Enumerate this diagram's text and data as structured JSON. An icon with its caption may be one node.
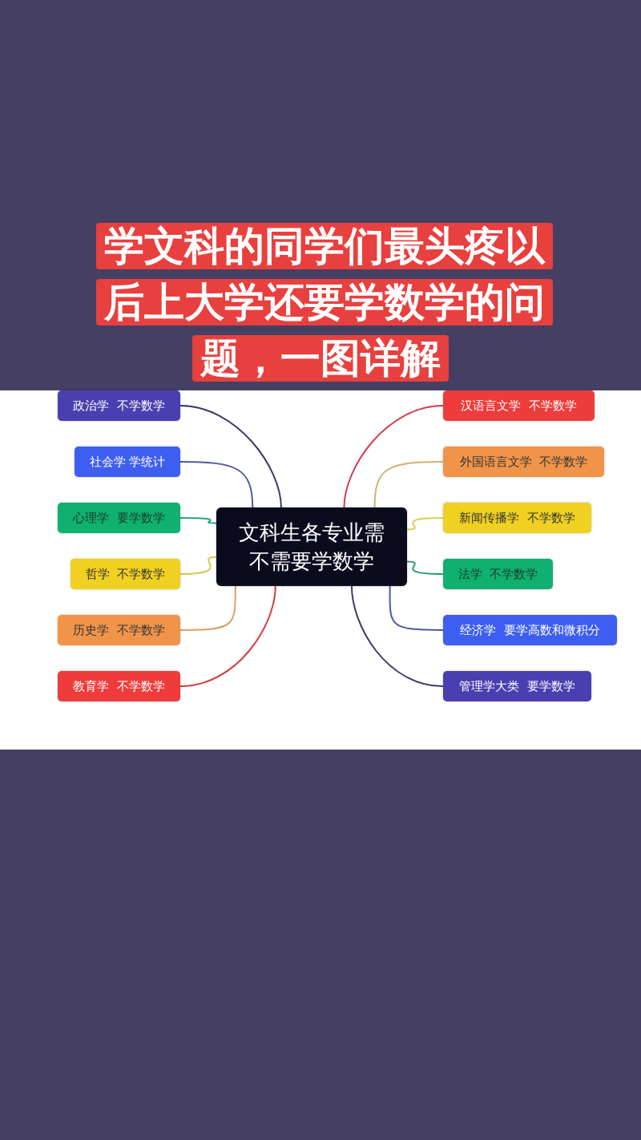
{
  "diagram": {
    "title": "学文科的同学们最头疼以后上大学还要学数学的问题，一图详解",
    "nodes": [
      {
        "text": [
          "文科生各专业需不需要学数学"
        ]
      },
      {
        "text": [
          "政治学  不学数学"
        ]
      },
      {
        "text": [
          "社会学 学统计"
        ]
      },
      {
        "text": [
          "心理学  要学数学"
        ]
      },
      {
        "text": [
          "哲学  不学数学"
        ]
      },
      {
        "text": [
          "历史学  不学数学"
        ]
      },
      {
        "text": [
          "教育学  不学数学"
        ]
      },
      {
        "text": [
          "汉语言文学  不学数学"
        ]
      },
      {
        "text": [
          "外国语言文学  不学数学"
        ]
      },
      {
        "text": [
          "新闻传播学  不学数学"
        ]
      },
      {
        "text": [
          "法学  不学数学"
        ]
      },
      {
        "text": [
          "经济学  要学高数和微积分"
        ]
      },
      {
        "text": [
          "管理学大类  要学数学"
        ]
      }
    ],
    "edges": [
      {
        "from": 0,
        "to": 1,
        "arrow": "none",
        "color": "#3a3a6a"
      },
      {
        "from": 0,
        "to": 2,
        "arrow": "none",
        "color": "#4a5a9a"
      },
      {
        "from": 0,
        "to": 3,
        "arrow": "none",
        "color": "#2aa080"
      },
      {
        "from": 0,
        "to": 4,
        "arrow": "none",
        "color": "#d8c850"
      },
      {
        "from": 0,
        "to": 5,
        "arrow": "none",
        "color": "#d8a060"
      },
      {
        "from": 0,
        "to": 6,
        "arrow": "none",
        "color": "#d04040"
      },
      {
        "from": 0,
        "to": 7,
        "arrow": "none",
        "color": "#d04050"
      },
      {
        "from": 0,
        "to": 8,
        "arrow": "none",
        "color": "#d0b070"
      },
      {
        "from": 0,
        "to": 9,
        "arrow": "none",
        "color": "#d8d050"
      },
      {
        "from": 0,
        "to": 10,
        "arrow": "none",
        "color": "#2a9a7a"
      },
      {
        "from": 0,
        "to": 11,
        "arrow": "none",
        "color": "#4a5aa0"
      },
      {
        "from": 0,
        "to": 12,
        "arrow": "none",
        "color": "#3a3a6a"
      }
    ]
  }
}
